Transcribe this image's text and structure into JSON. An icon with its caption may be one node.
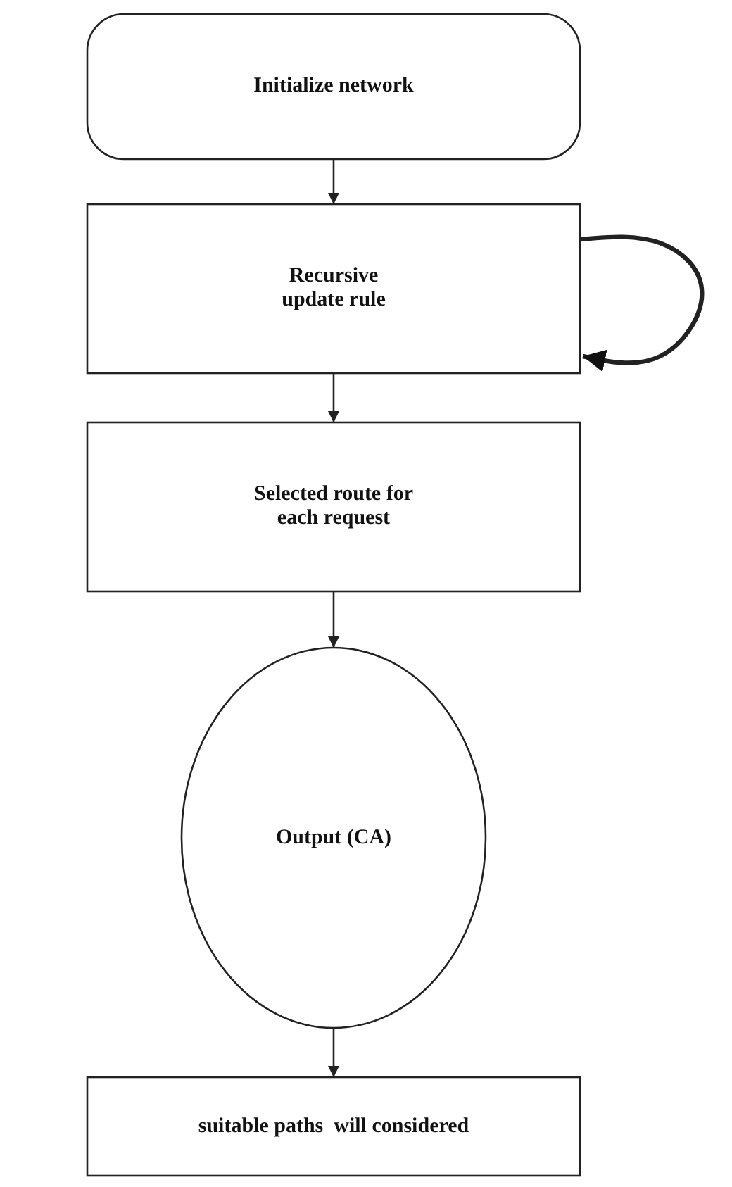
{
  "diagram": {
    "nodes": [
      {
        "text": [
          "Initialize network"
        ]
      },
      {
        "text": [
          "Recursive update rule"
        ]
      },
      {
        "text": [
          "Selected route for each request"
        ]
      },
      {
        "text": [
          "Output (CA)"
        ]
      },
      {
        "text": [
          "suitable paths  will considered"
        ]
      }
    ],
    "edges": [
      {
        "from": 0,
        "to": 1,
        "arrow": "to"
      },
      {
        "from": 1,
        "to": 1,
        "arrow": "to",
        "style": "thick"
      },
      {
        "from": 1,
        "to": 2,
        "arrow": "to"
      },
      {
        "from": 2,
        "to": 3,
        "arrow": "to"
      },
      {
        "from": 3,
        "to": 4,
        "arrow": "to"
      }
    ]
  }
}
